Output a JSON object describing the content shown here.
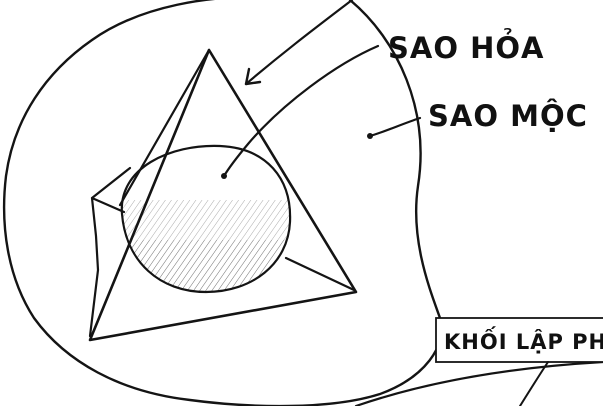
{
  "labels": {
    "mars": "SAO HỎA",
    "jupiter": "SAO MỘC",
    "cube": "KHỐI LẬP PH"
  },
  "colors": {
    "ink": "#141414",
    "paper": "#ffffff"
  }
}
